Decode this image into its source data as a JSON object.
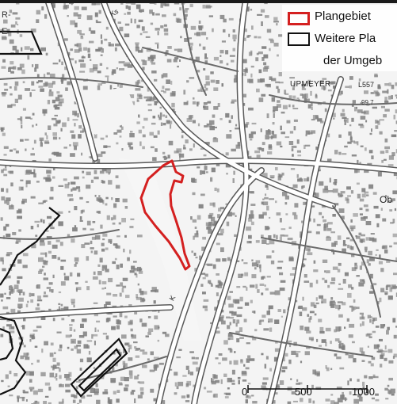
{
  "legend": {
    "items": [
      {
        "label": "Plangebiet",
        "color": "#d42020"
      },
      {
        "label": "Weitere Pla",
        "color": "#111111"
      },
      {
        "label": "der Umgeb",
        "color": null
      }
    ]
  },
  "labels": {
    "place_upmeyer": "UPMEYER",
    "road_l557": "L557",
    "road_ks": "Ks",
    "road_k": "K",
    "road_ob": "Ob",
    "height_99": "99,7",
    "edge_r": "R-",
    "edge_e": "E"
  },
  "scale": {
    "ticks": [
      "0",
      "500",
      "1000"
    ]
  },
  "colors": {
    "plan_outline": "#d42020",
    "other_outline": "#111111",
    "built_area": "#7f7f7f",
    "road_fill": "#ffffff",
    "background": "#f4f4f4"
  }
}
